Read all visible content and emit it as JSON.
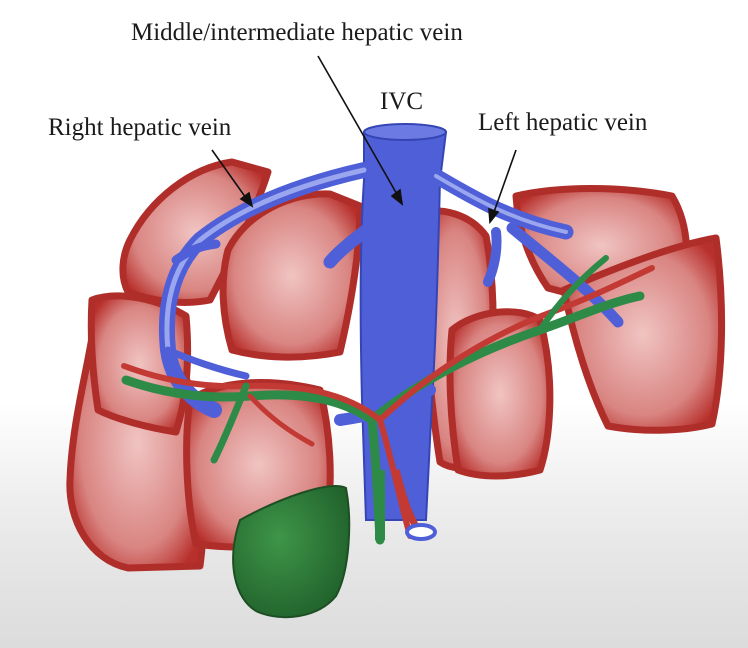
{
  "labels": {
    "middle": "Middle/intermediate hepatic vein",
    "ivc": "IVC",
    "right": "Right hepatic vein",
    "left": "Left hepatic vein"
  },
  "colors": {
    "liver_outline": "#b8302c",
    "liver_inner": "#e9a8a6",
    "vein": "#4f5fd8",
    "vein_light": "#9aa6ee",
    "artery": "#c23a33",
    "portal": "#2e8b47",
    "gallbladder": "#2f7a3a"
  }
}
